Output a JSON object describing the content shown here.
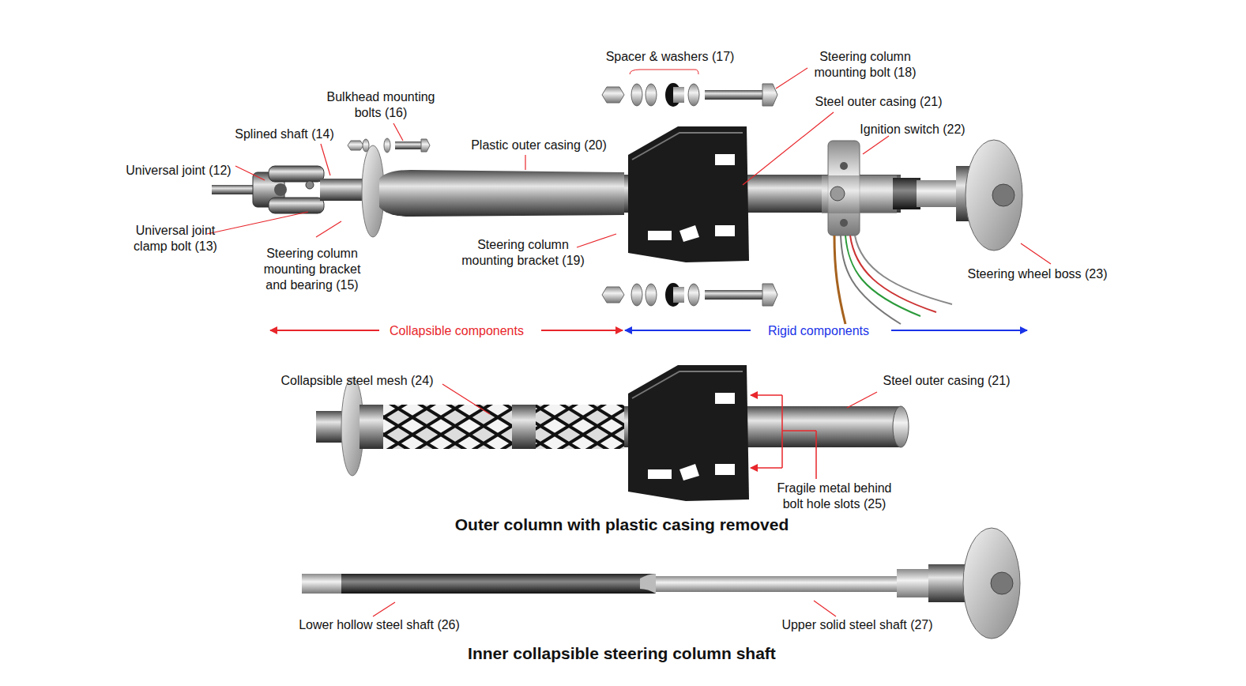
{
  "diagram": {
    "labels": [
      "Spacer & washers (17)",
      "Steering column mounting bolt (18)",
      "Steel outer casing (21)",
      "Bulkhead mounting bolts (16)",
      "Ignition switch (22)",
      "Splined shaft (14)",
      "Plastic outer casing (20)",
      "Universal joint (12)",
      "Steering wheel boss (23)",
      "Universal joint clamp bolt (13)",
      "Steering column mounting bracket and bearing (15)",
      "Steering column mounting bracket (19)",
      "Collapsible components",
      "Rigid components",
      "Collapsible steel mesh (24)",
      "Steel outer casing (21)",
      "Fragile metal behind bolt hole slots (25)",
      "Outer column with plastic casing removed",
      "Lower hollow steel shaft (26)",
      "Upper solid steel shaft (27)",
      "Inner collapsible steering column shaft"
    ]
  }
}
